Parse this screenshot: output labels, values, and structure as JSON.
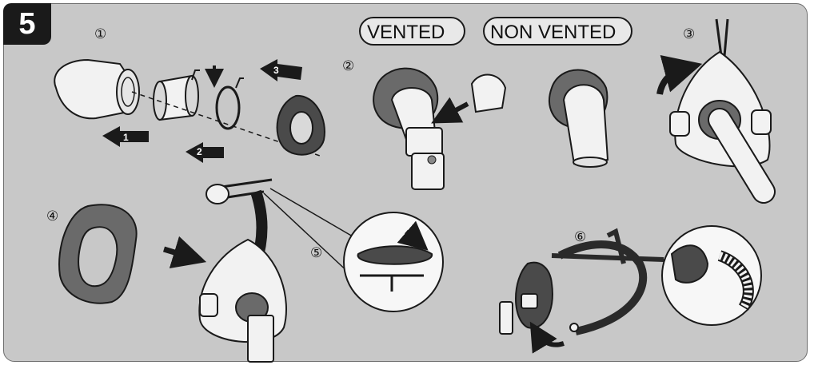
{
  "step_number": "5",
  "labels": {
    "vented": "VENTED",
    "non_vented": "NON VENTED"
  },
  "substeps": [
    "①",
    "②",
    "③",
    "④",
    "⑤",
    "⑥"
  ],
  "arrow_numbers": [
    "1",
    "2",
    "3"
  ],
  "colors": {
    "panel": "#c8c8c8",
    "part_light": "#f2f2f2",
    "part_dark": "#3a3a3a",
    "part_mid": "#8a8a8a",
    "arrow": "#1a1a1a",
    "outline": "#1a1a1a"
  }
}
